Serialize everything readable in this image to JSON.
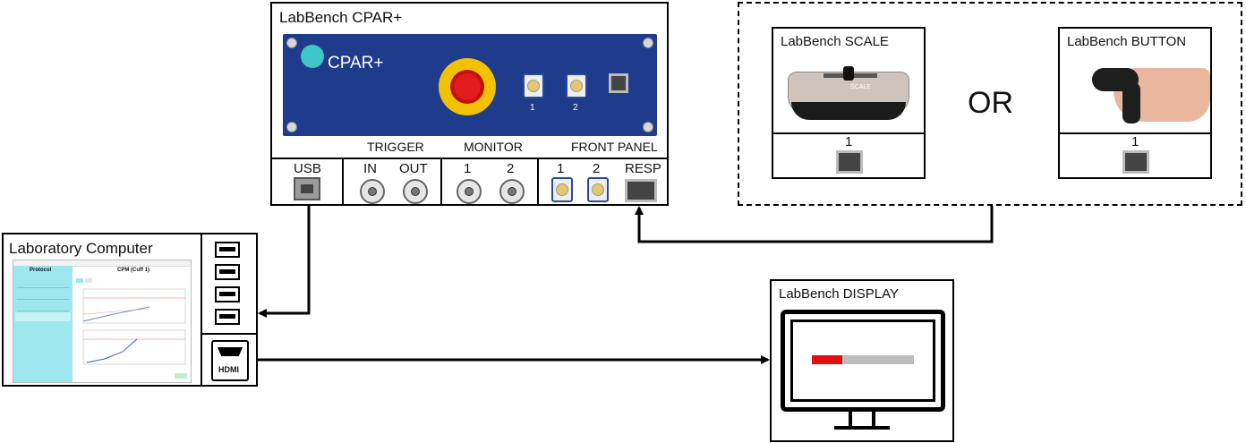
{
  "cpar": {
    "title": "LabBench CPAR+",
    "logo_text": "CPAR+",
    "front_port_1": "1",
    "front_port_2": "2",
    "group_trigger": "TRIGGER",
    "group_monitor": "MONITOR",
    "group_front_panel": "FRONT PANEL",
    "usb": "USB",
    "trig_in": "IN",
    "trig_out": "OUT",
    "mon_1": "1",
    "mon_2": "2",
    "fp_1": "1",
    "fp_2": "2",
    "resp": "RESP"
  },
  "scale": {
    "title": "LabBench SCALE",
    "port": "1",
    "logo_text": "SCALE"
  },
  "or_text": "OR",
  "button": {
    "title": "LabBench BUTTON",
    "port": "1"
  },
  "computer": {
    "title": "Laboratory Computer",
    "app_title": "Protocol",
    "chart_title": "CPM (Cuff 1)",
    "hdmi": "HDMI"
  },
  "display": {
    "title": "LabBench DISPLAY"
  },
  "colors": {
    "panel_blue": "#1f3c8c",
    "stop_red": "#e01c1c",
    "stop_yellow": "#f2c200",
    "progress_red": "#e01010",
    "progress_grey": "#bdbdbd",
    "app_cyan": "#9fe7ee"
  },
  "icons": [
    "usb-b-icon",
    "bnc-connector-icon",
    "lemo-connector-icon",
    "rj45-jack-icon",
    "usb-a-port-icon",
    "hdmi-port-icon",
    "monitor-icon",
    "emergency-stop-icon"
  ]
}
